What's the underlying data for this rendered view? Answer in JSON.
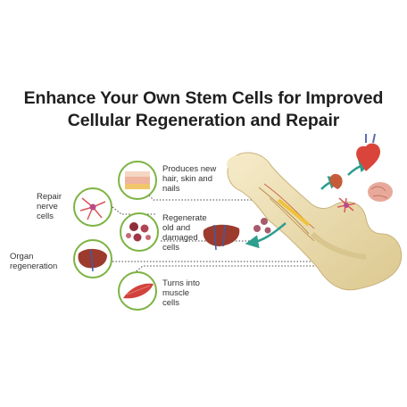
{
  "title": {
    "line1": "Enhance Your Own Stem Cells for Improved",
    "line2": "Cellular Regeneration and Repair"
  },
  "labels": {
    "hair": [
      "Produces new",
      "hair, skin and",
      "nails"
    ],
    "nerve": [
      "Repair",
      "nerve",
      "cells"
    ],
    "regenerate": [
      "Regenerate",
      "old and",
      "damaged",
      "cells"
    ],
    "organ": [
      "Organ",
      "regeneration"
    ],
    "muscle": [
      "Turns into",
      "muscle",
      "cells"
    ]
  },
  "colors": {
    "ring": "#7cb342",
    "bone": "#efe2b8",
    "bone_shadow": "#d9c58e",
    "arrow": "#2e9e8f",
    "title": "#1f1f1f"
  },
  "icons": [
    "skin-tissue-icon",
    "nerve-cell-icon",
    "blood-cells-icon",
    "liver-icon",
    "muscle-fiber-icon",
    "heart-icon",
    "brain-icon",
    "kidney-icon"
  ]
}
